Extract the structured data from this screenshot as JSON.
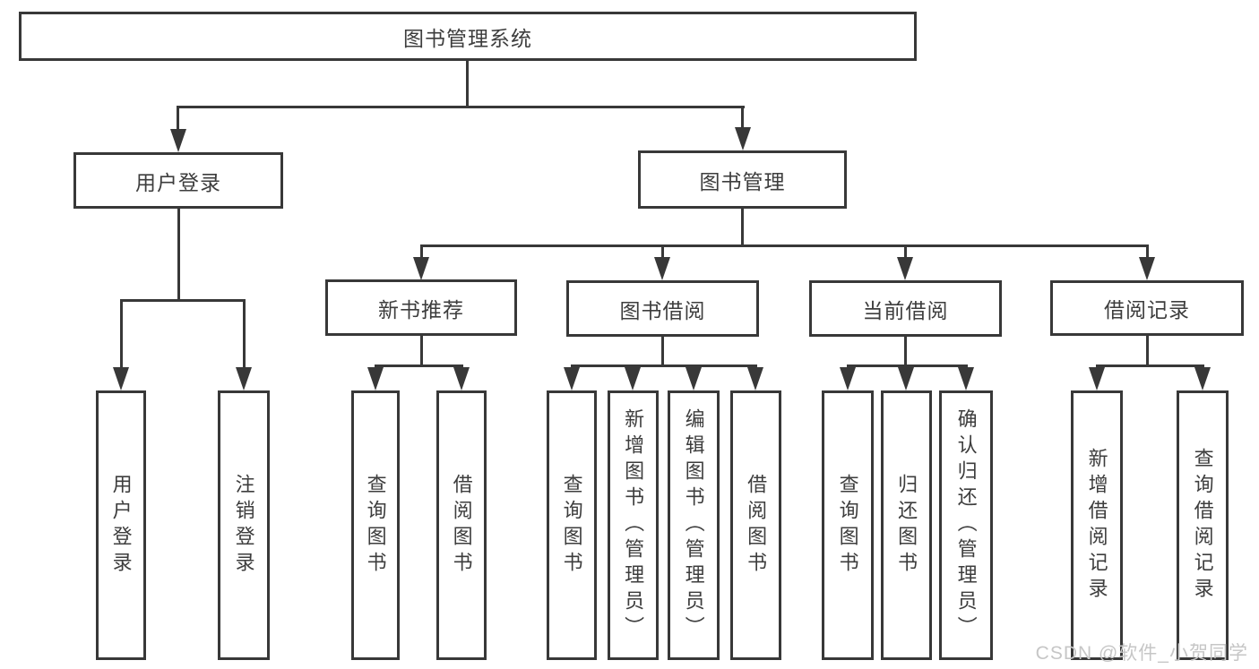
{
  "diagram": {
    "type": "tree",
    "title": "图书管理系统",
    "colors": {
      "line": "#383838",
      "text": "#3d3d3d",
      "box_background": "#ffffff",
      "watermark": "#c6c6c6"
    },
    "watermark": "CSDN @软件_小贺同学",
    "nodes": {
      "root": "图书管理系统",
      "level2": [
        "用户登录",
        "图书管理"
      ],
      "level3": [
        "新书推荐",
        "图书借阅",
        "当前借阅",
        "借阅记录"
      ],
      "leaves_user_login": [
        "用户登录",
        "注销登录"
      ],
      "leaves_new_book": [
        "查询图书",
        "借阅图书"
      ],
      "leaves_book_borrow": [
        "查询图书",
        "新增图书（管理员）",
        "编辑图书（管理员）",
        "借阅图书"
      ],
      "leaves_current_borrow": [
        "查询图书",
        "归还图书",
        "确认归还（管理员）"
      ],
      "leaves_borrow_record": [
        "新增借阅记录",
        "查询借阅记录"
      ]
    },
    "hierarchy": [
      {
        "parent": "图书管理系统",
        "children": [
          "用户登录",
          "图书管理"
        ]
      },
      {
        "parent": "用户登录",
        "children": [
          "用户登录",
          "注销登录"
        ]
      },
      {
        "parent": "图书管理",
        "children": [
          "新书推荐",
          "图书借阅",
          "当前借阅",
          "借阅记录"
        ]
      },
      {
        "parent": "新书推荐",
        "children": [
          "查询图书",
          "借阅图书"
        ]
      },
      {
        "parent": "图书借阅",
        "children": [
          "查询图书",
          "新增图书（管理员）",
          "编辑图书（管理员）",
          "借阅图书"
        ]
      },
      {
        "parent": "当前借阅",
        "children": [
          "查询图书",
          "归还图书",
          "确认归还（管理员）"
        ]
      },
      {
        "parent": "借阅记录",
        "children": [
          "新增借阅记录",
          "查询借阅记录"
        ]
      }
    ]
  }
}
